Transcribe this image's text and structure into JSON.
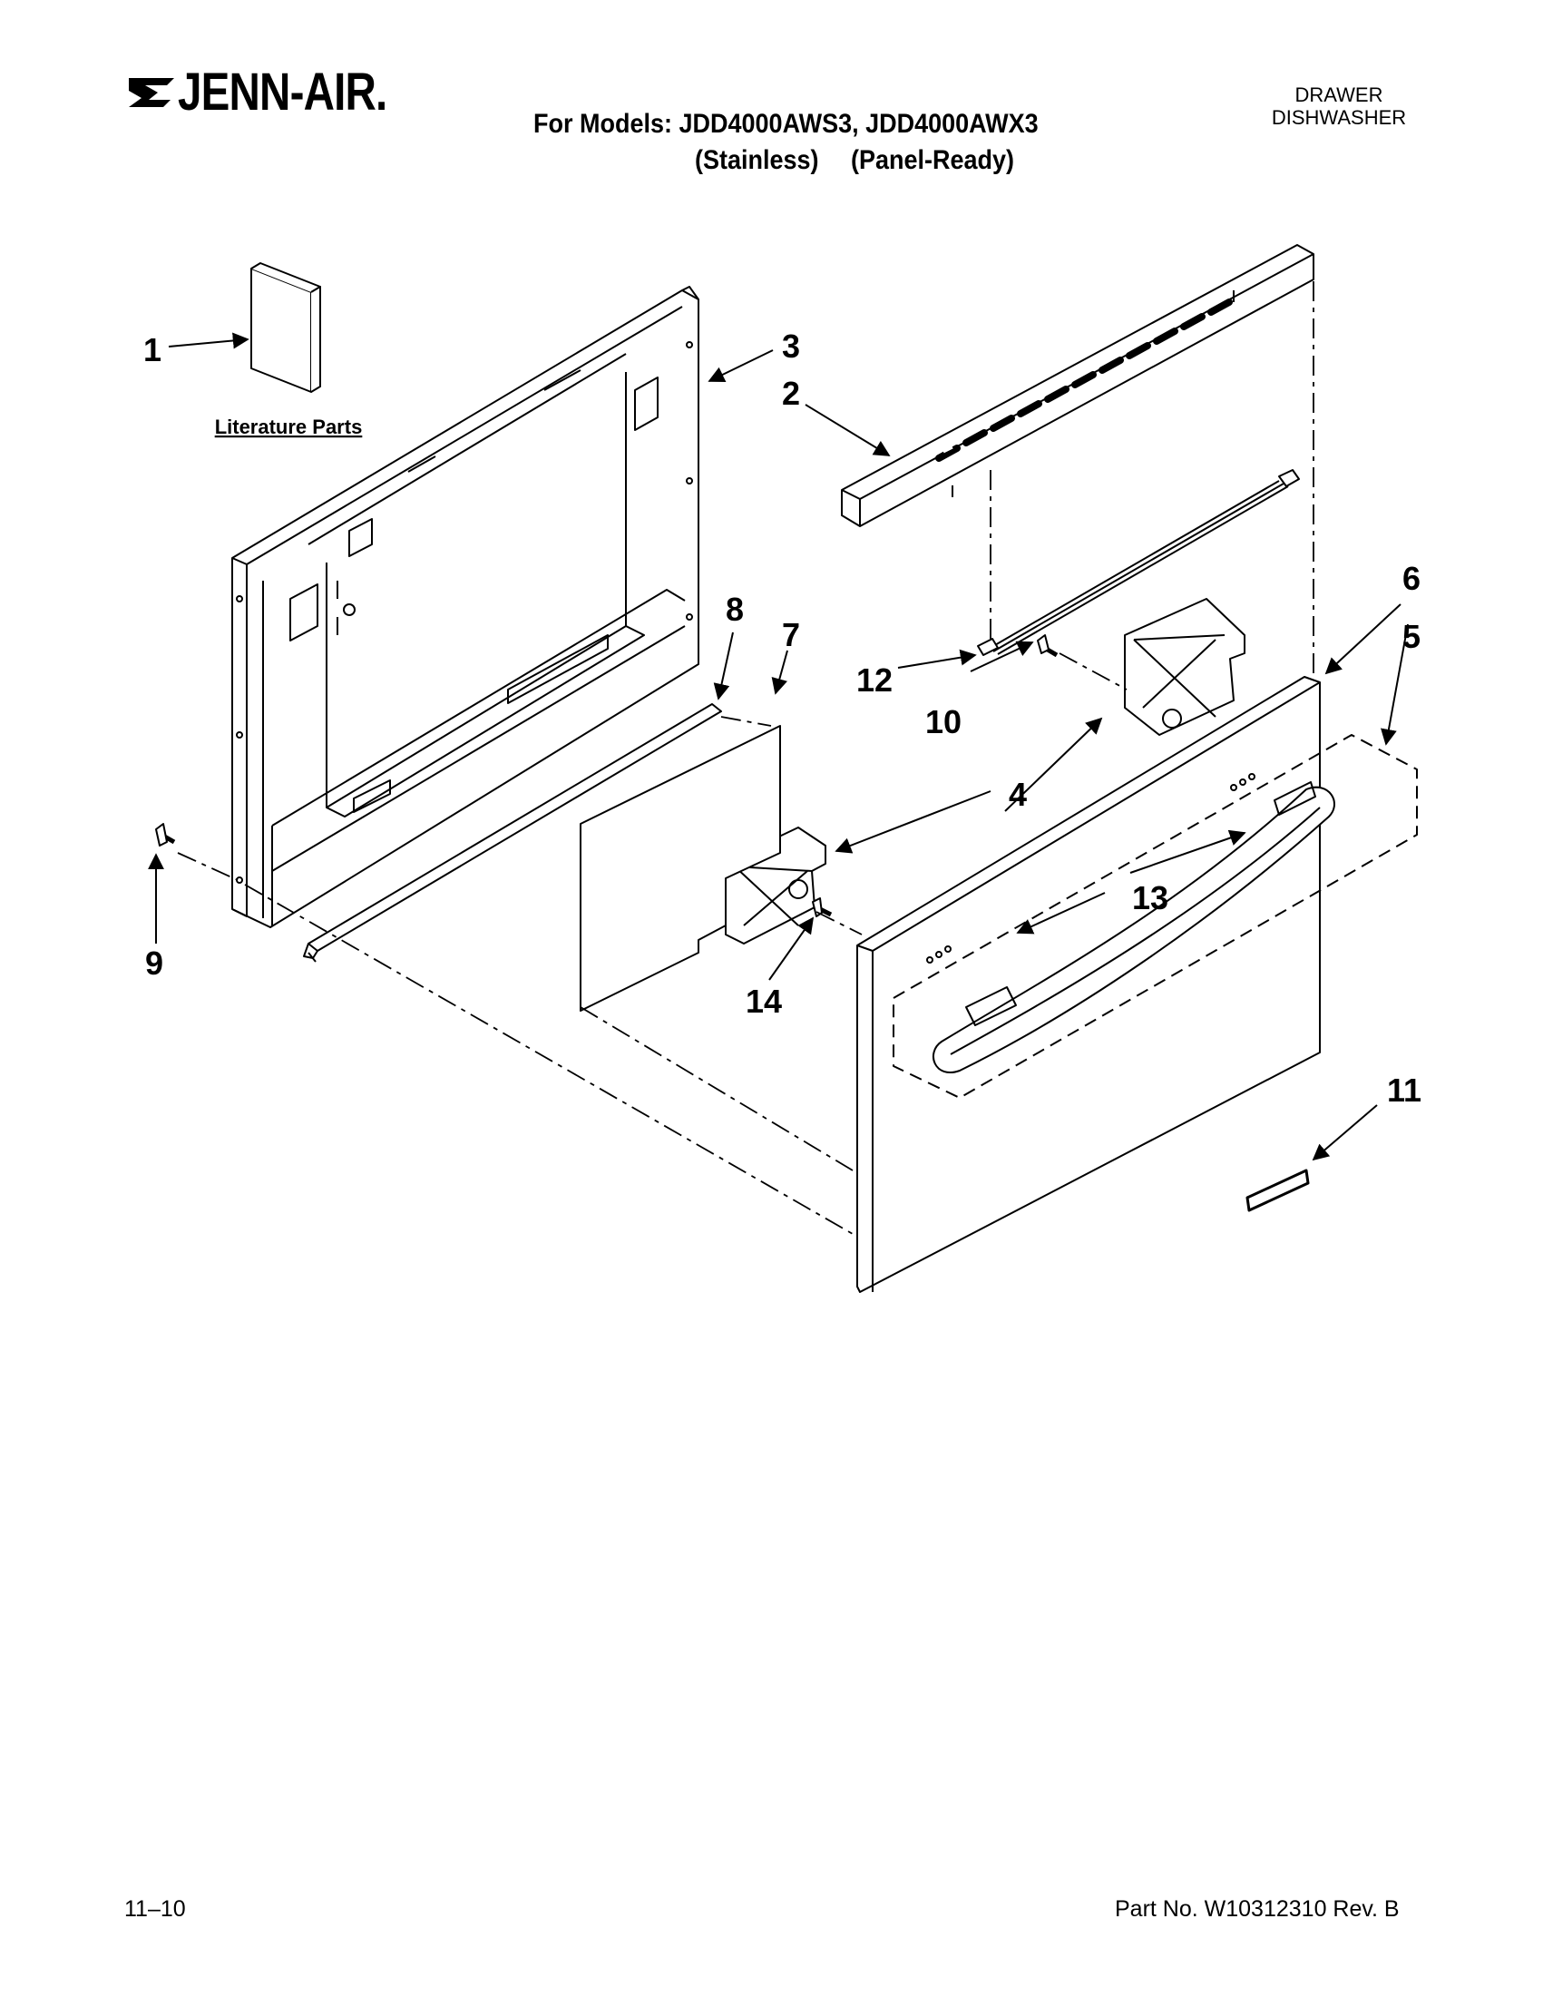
{
  "header": {
    "brand": "JENN-AIR.",
    "models_line": "For Models: JDD4000AWS3, JDD4000AWX3",
    "finish_1": "(Stainless)",
    "finish_2": "(Panel-Ready)",
    "appliance_type_line1": "DRAWER",
    "appliance_type_line2": "DISHWASHER"
  },
  "diagram": {
    "literature_label": "Literature Parts",
    "callouts": [
      "1",
      "2",
      "3",
      "4",
      "5",
      "6",
      "7",
      "8",
      "9",
      "10",
      "11",
      "12",
      "13",
      "14"
    ],
    "colors": {
      "line": "#000000",
      "background": "#ffffff"
    }
  },
  "footer": {
    "date": "11–10",
    "part_number": "Part No. W10312310 Rev. B"
  }
}
